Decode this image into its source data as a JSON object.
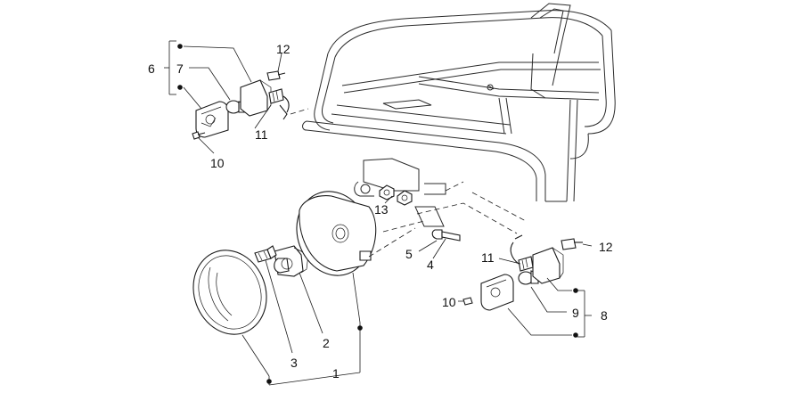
{
  "callouts": {
    "c1": "1",
    "c2": "2",
    "c3": "3",
    "c4": "4",
    "c5": "5",
    "c6": "6",
    "c7": "7",
    "c8": "8",
    "c9": "9",
    "c10_top": "10",
    "c10_bottom": "10",
    "c11_top": "11",
    "c11_bottom": "11",
    "c12_top": "12",
    "c12_bottom": "12",
    "c13": "13"
  }
}
